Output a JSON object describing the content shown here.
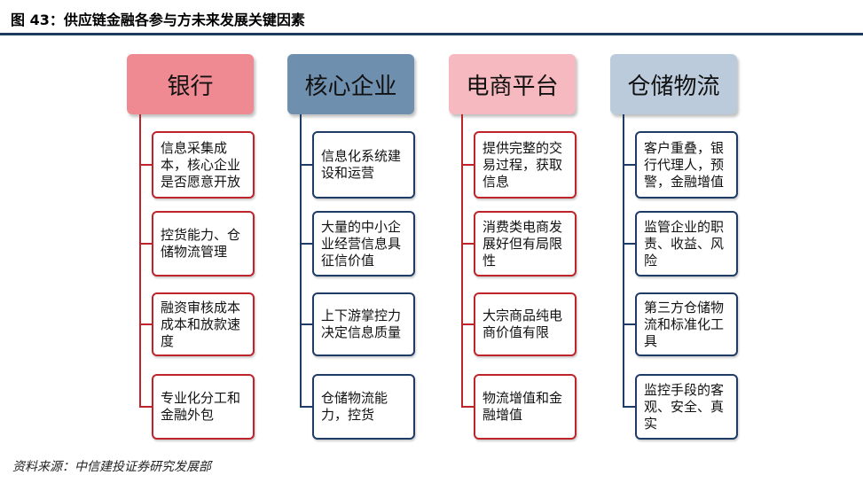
{
  "title": "图 43：供应链金融各参与方未来发展关键因素",
  "source": "资料来源：中信建投证券研究发展部",
  "columns": [
    {
      "header": "银行",
      "colors": {
        "header_bg": "#f08a92",
        "line": "#c0242b"
      },
      "items": [
        "信息采集成本，核心企业是否愿意开放",
        "控货能力、仓储物流管理",
        "融资审核成本成本和放款速度",
        "专业化分工和金融外包"
      ]
    },
    {
      "header": "核心企业",
      "colors": {
        "header_bg": "#6f8fae",
        "line": "#1f3c66"
      },
      "items": [
        "信息化系统建设和运营",
        "大量的中小企业经营信息具征信价值",
        "上下游掌控力决定信息质量",
        "仓储物流能力，控货"
      ]
    },
    {
      "header": "电商平台",
      "colors": {
        "header_bg": "#f6b9bf",
        "line": "#c0242b"
      },
      "items": [
        "提供完整的交易过程，获取信息",
        "消费类电商发展好但有局限性",
        "大宗商品纯电商价值有限",
        "物流增值和金融增值"
      ]
    },
    {
      "header": "仓储物流",
      "colors": {
        "header_bg": "#bccbdc",
        "line": "#1f3c66"
      },
      "items": [
        "客户重叠，银行代理人，预警，金融增值",
        "监管企业的职责、收益、风险",
        "第三方仓储物流和标准化工具",
        "监控手段的客观、安全、真实"
      ]
    }
  ]
}
